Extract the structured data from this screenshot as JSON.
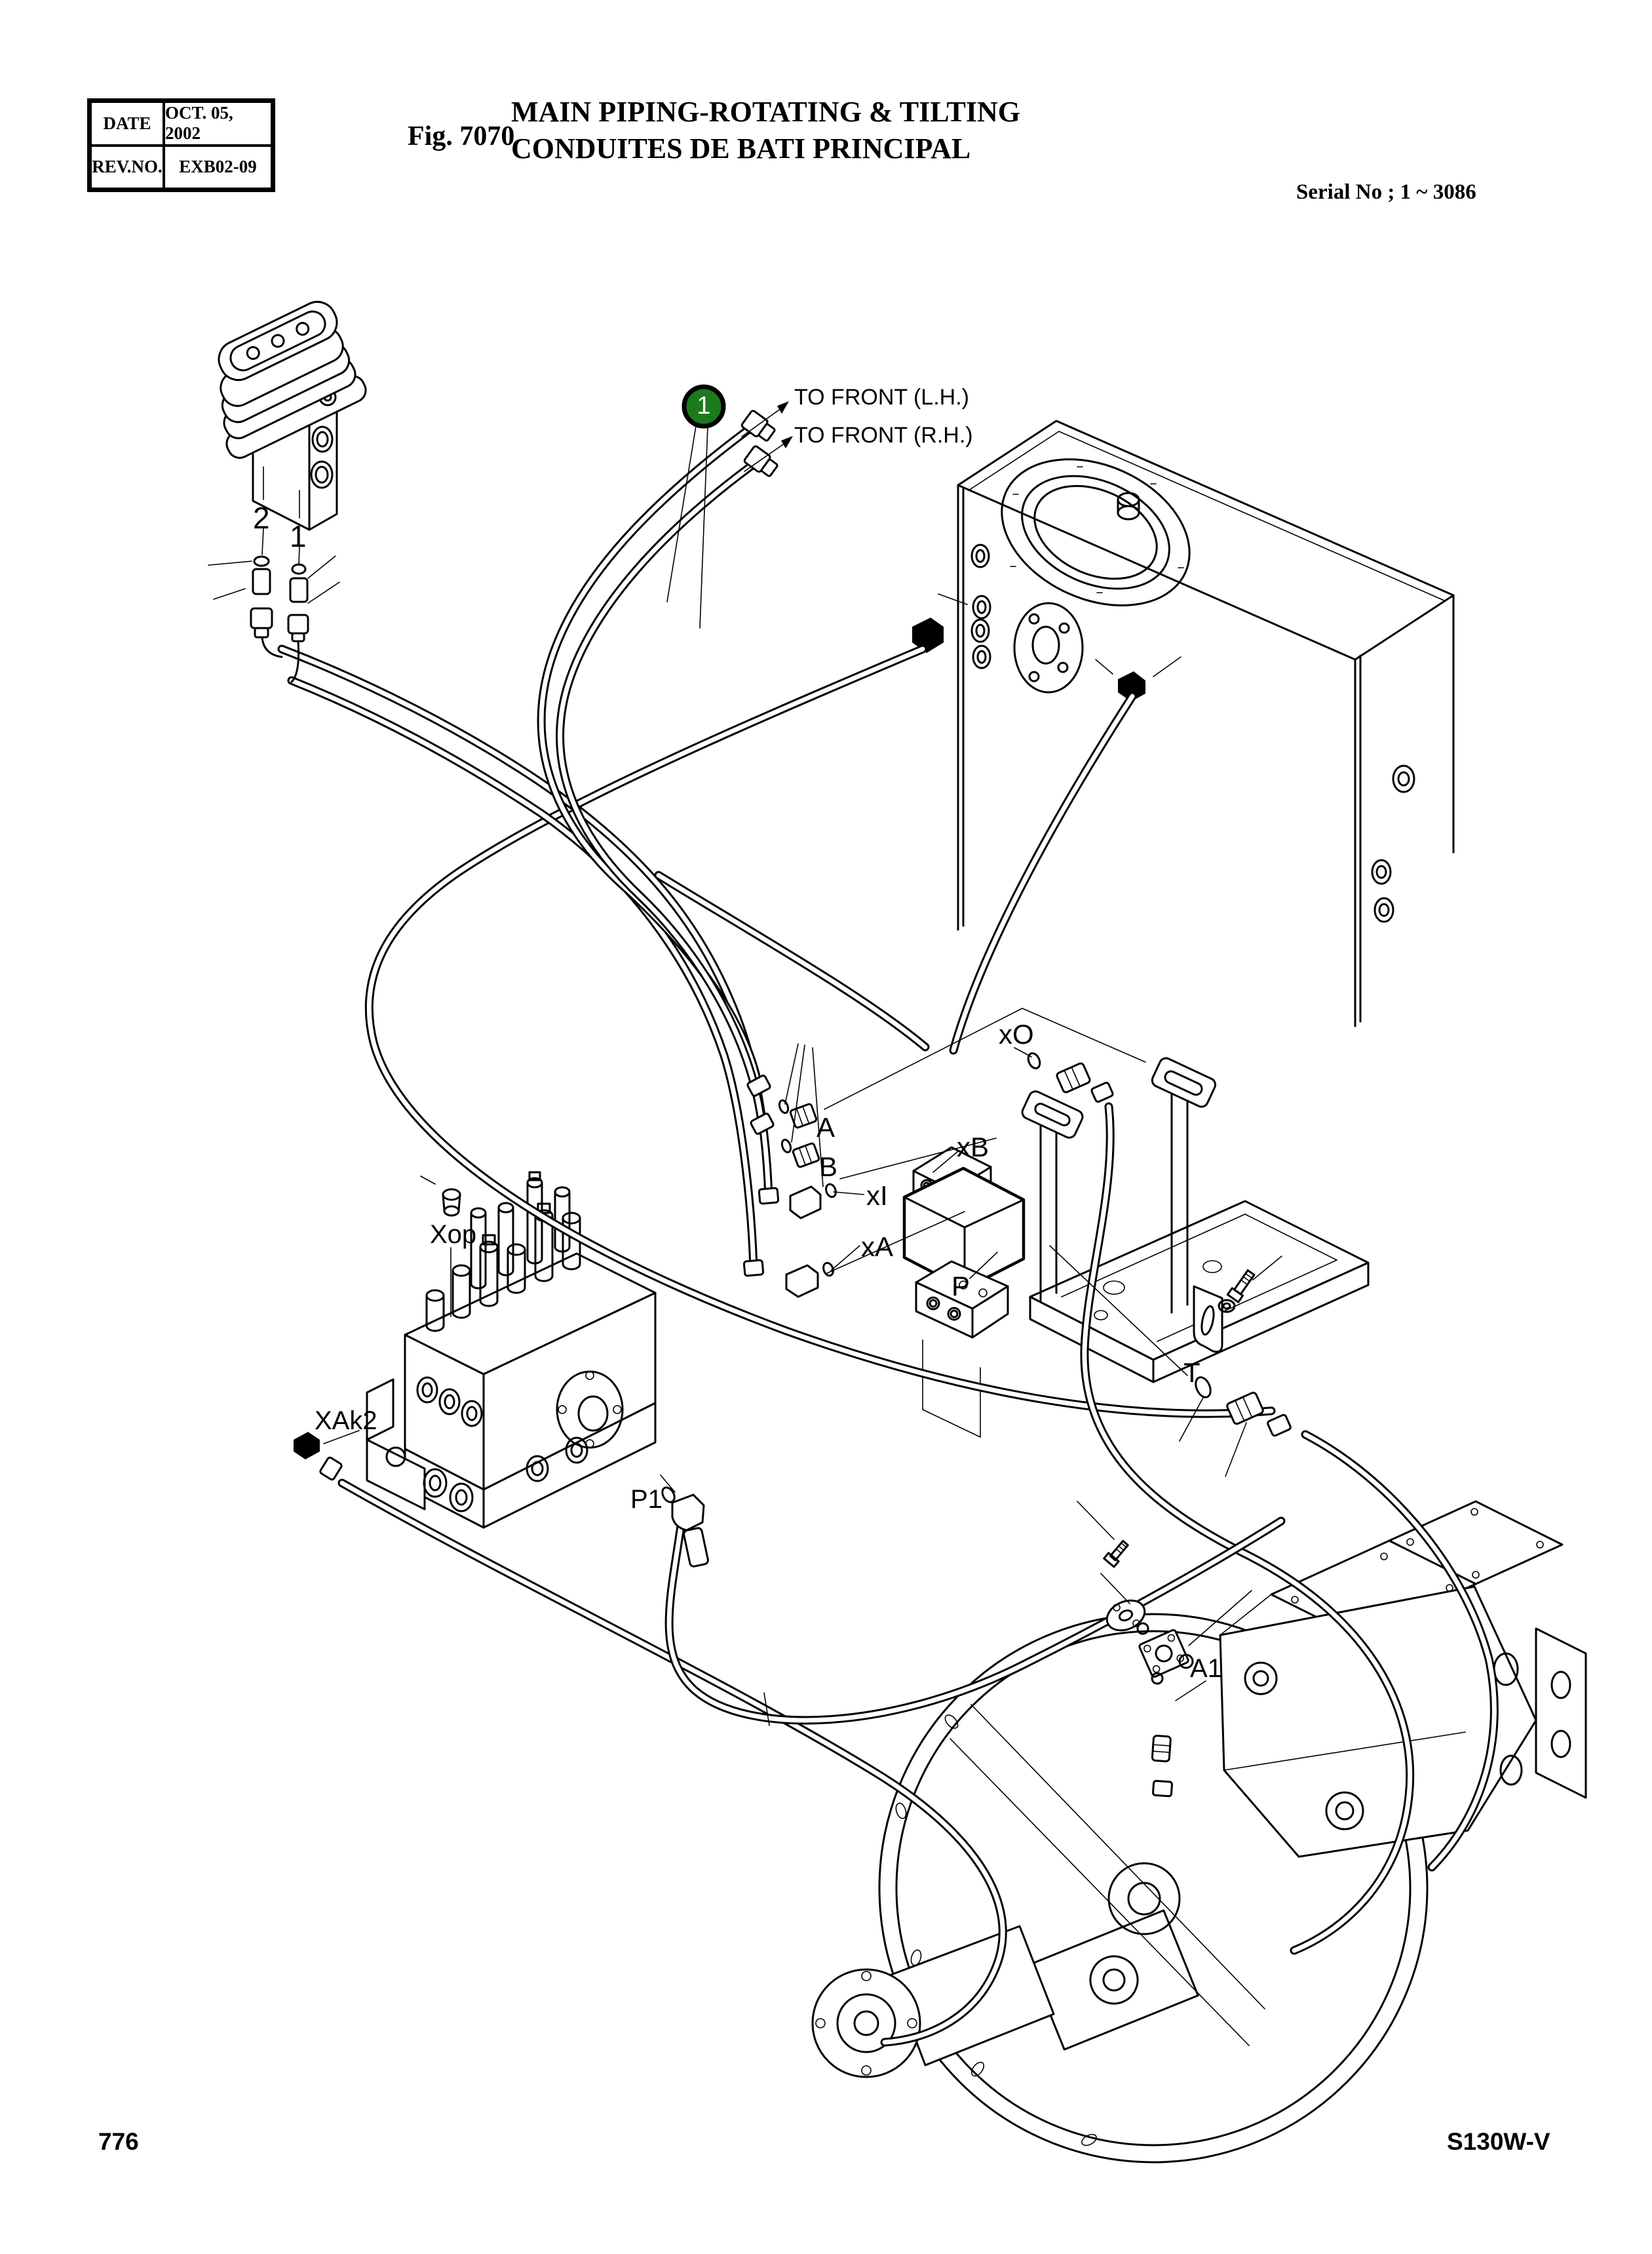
{
  "header": {
    "table": {
      "rows": [
        {
          "label": "DATE",
          "value": "OCT. 05, 2002"
        },
        {
          "label": "REV.NO.",
          "value": "EXB02-09"
        }
      ]
    },
    "figure_label": "Fig. 7070",
    "title_en": "MAIN PIPING-ROTATING & TILTING",
    "title_fr": "CONDUITES DE BATI PRINCIPAL",
    "serial": "Serial No ; 1 ~ 3086"
  },
  "diagram": {
    "marker": {
      "number": "1",
      "color": "#1b7a1b"
    },
    "annotations": {
      "to_front_lh": "TO FRONT (L.H.)",
      "to_front_rh": "TO FRONT (R.H.)"
    },
    "part_labels": {
      "n2": "2",
      "n1": "1",
      "A": "A",
      "B": "B",
      "xI": "xI",
      "xA": "xA",
      "xB": "xB",
      "xO": "xO",
      "P": "P",
      "T": "T",
      "Xop": "Xop",
      "XAk2": "XAk2",
      "P1": "P1",
      "A1": "A1"
    }
  },
  "footer": {
    "page_number": "776",
    "model_code": "S130W-V"
  }
}
